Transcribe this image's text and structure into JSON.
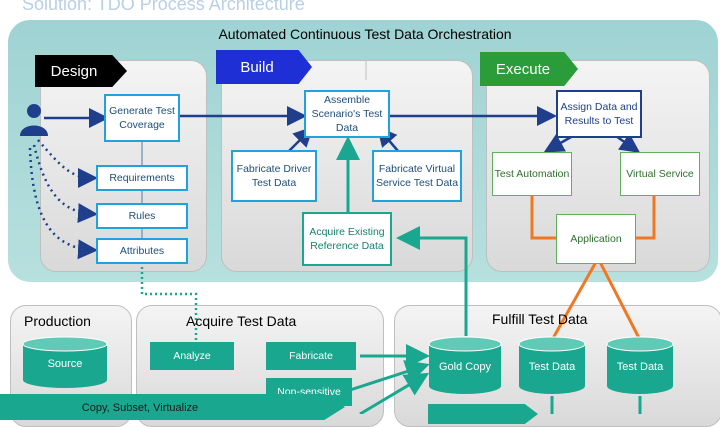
{
  "page": {
    "title": "Solution: TDO Process Architecture"
  },
  "orchestration": {
    "title": "Automated Continuous Test Data Orchestration"
  },
  "phases": {
    "design": "Design",
    "build": "Build",
    "execute": "Execute"
  },
  "design": {
    "generate": "Generate Test Coverage",
    "requirements": "Requirements",
    "rules": "Rules",
    "attributes": "Attributes"
  },
  "build": {
    "assemble": "Assemble Scenario's Test Data",
    "fabricate_driver": "Fabricate Driver Test Data",
    "fabricate_virtual": "Fabricate Virtual Service Test Data",
    "acquire_existing": "Acquire Existing Reference Data"
  },
  "execute": {
    "assign": "Assign Data and Results to Test",
    "test_automation": "Test Automation",
    "virtual_service": "Virtual Service",
    "application": "Application"
  },
  "production": {
    "title": "Production",
    "source": "Source",
    "copy_label": "Copy, Subset, Virtualize"
  },
  "acquire": {
    "title": "Acquire Test Data",
    "analyze": "Analyze",
    "fabricate": "Fabricate",
    "non_sensitive": "Non-sensitive"
  },
  "fulfill": {
    "title": "Fulfill Test Data",
    "gold_copy": "Gold Copy",
    "test_data_1": "Test Data",
    "test_data_2": "Test Data"
  },
  "colors": {
    "teal": "#19a88f",
    "blue": "#1fa3dc",
    "navy": "#1f3f8c",
    "orange": "#f07820",
    "green": "#2a9d3a"
  }
}
